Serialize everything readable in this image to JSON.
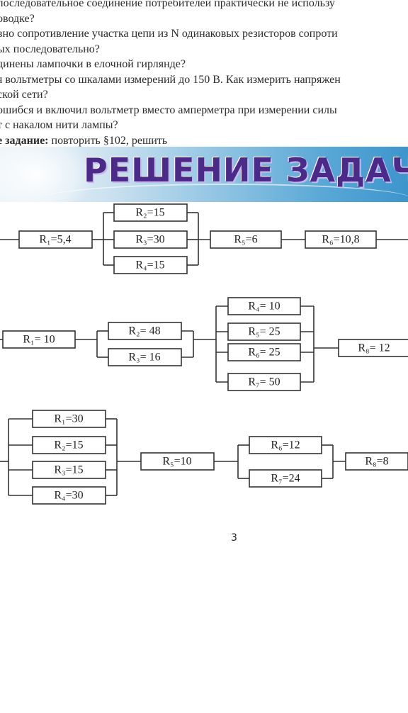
{
  "text": {
    "lines": [
      "последовательное соединение потребителей практически не использу",
      "оводке?",
      "вно сопротивление участка цепи из N одинаковых резисторов сопроти",
      "ых последовательно?",
      "динены лампочки в елочной гирлянде?",
      "я вольтметры со шкалами измерений до 150 В. Как измерить напряжен",
      "ской сети?",
      "ошибся и включил вольтметр вместо амперметра при измерении силы",
      "т с накалом нити лампы?"
    ],
    "homework_label": "е задание:",
    "homework_text": " повторить §102, решить"
  },
  "banner": {
    "title": "РЕШЕНИЕ ЗАДАЧ"
  },
  "circuit1": {
    "r1": "R₁=5,4",
    "r2": "R₂=15",
    "r3": "R₃=30",
    "r4": "R₄=15",
    "r5": "R₅=6",
    "r6": "R₆=10,8"
  },
  "circuit2": {
    "r1": "R₁= 10",
    "r2": "R₂= 48",
    "r3": "R₃= 16",
    "r4": "R₄= 10",
    "r5": "R₅= 25",
    "r6": "R₆= 25",
    "r7": "R₇= 50",
    "r8": "R₈= 12"
  },
  "circuit3": {
    "r1": "R₁=30",
    "r2": "R₂=15",
    "r3": "R₃=15",
    "r4": "R₄=30",
    "r5": "R₅=10",
    "r6": "R₆=12",
    "r7": "R₇=24",
    "r8": "R₈=8"
  },
  "page_number": "3"
}
